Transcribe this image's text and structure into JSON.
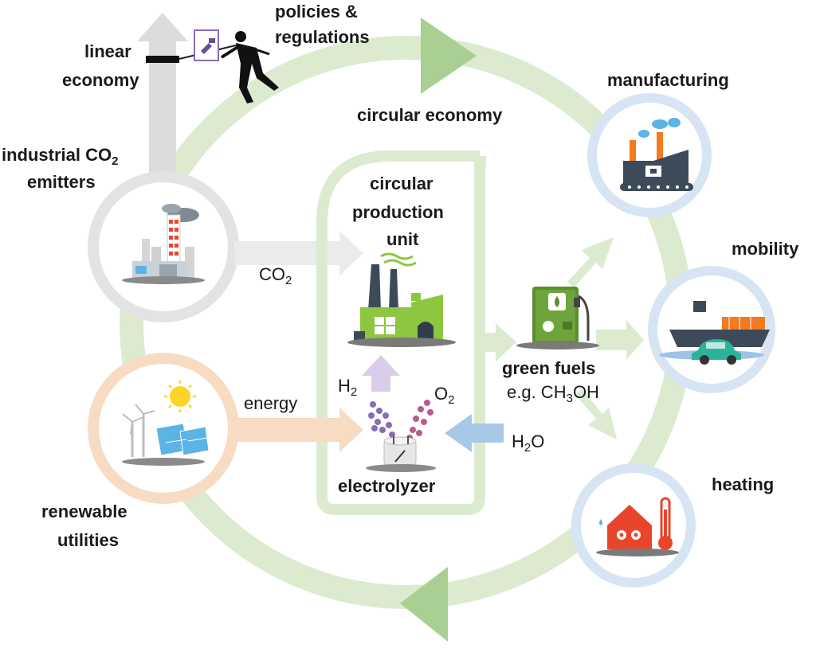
{
  "labels": {
    "policies_line1": "policies &",
    "policies_line2": "regulations",
    "linear_line1": "linear",
    "linear_line2": "economy",
    "circular_economy": "circular economy",
    "industrial_line1_pre": "industrial CO",
    "industrial_line1_sub": "2",
    "industrial_line2": "emitters",
    "cpu_line1": "circular",
    "cpu_line2": "production",
    "cpu_line3": "unit",
    "co2_pre": "CO",
    "co2_sub": "2",
    "energy": "energy",
    "h2_pre": "H",
    "h2_sub": "2",
    "o2_pre": "O",
    "o2_sub": "2",
    "h2o_pre": "H",
    "h2o_sub": "2",
    "h2o_post": "O",
    "electrolyzer": "electrolyzer",
    "green_fuels": "green fuels",
    "eg_pre": "e.g. CH",
    "eg_sub": "3",
    "eg_post": "OH",
    "manufacturing": "manufacturing",
    "mobility": "mobility",
    "heating": "heating",
    "renewable_line1": "renewable",
    "renewable_line2": "utilities"
  },
  "colors": {
    "cycle_green": "#d6e9c9",
    "cycle_green_dark": "#a9cf92",
    "gray_flow": "#dcdcdc",
    "energy_orange": "#f7d9bf",
    "water_blue": "#9dc3e6",
    "h2_lavender": "#d9cde9",
    "blue_ring": "#d3e2f2",
    "factory_green": "#8dc63f",
    "chimney_dark": "#3d4a5a",
    "brick_red": "#e8452c"
  }
}
